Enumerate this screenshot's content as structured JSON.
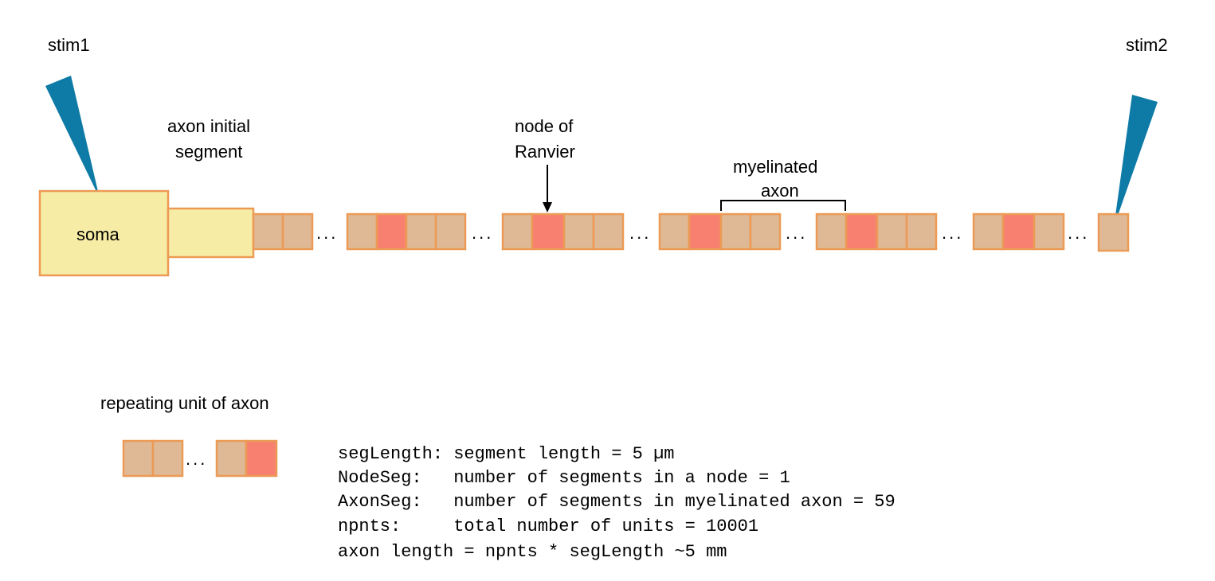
{
  "colors": {
    "soma_fill": "#f6eca5",
    "outline": "#ec9a55",
    "internode_fill": "#dfb995",
    "node_fill": "#f88070",
    "electrode": "#0e7aa6"
  },
  "labels": {
    "stim1": "stim1",
    "stim2": "stim2",
    "soma": "soma",
    "ais_line1": "axon initial",
    "ais_line2": "segment",
    "node_line1": "node of",
    "node_line2": "Ranvier",
    "myelin_line1": "myelinated",
    "myelin_line2": "axon",
    "ellipsis": "...",
    "repeating_unit": "repeating unit of axon"
  },
  "parameters": [
    "segLength: segment length = 5 µm",
    "NodeSeg:   number of segments in a node = 1",
    "AxonSeg:   number of segments in myelinated axon = 59",
    "npnts:     total number of units = 10001",
    "axon length = npnts * segLength ~5 mm"
  ]
}
